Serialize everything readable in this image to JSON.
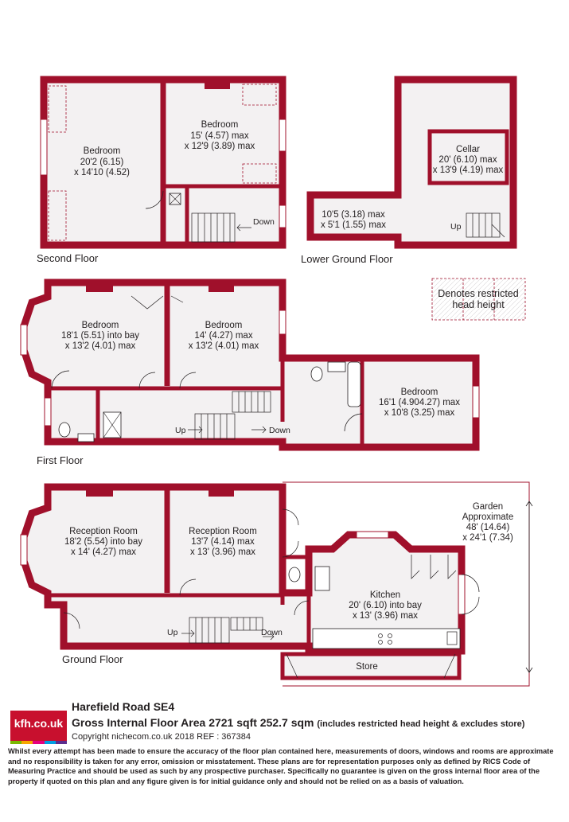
{
  "colors": {
    "wall": "#a0102b",
    "floor": "#f3f1f2",
    "text": "#231f20",
    "logo_bg": "#c8102e"
  },
  "floors": {
    "second": "Second Floor",
    "lower_ground": "Lower Ground Floor",
    "first": "First Floor",
    "ground": "Ground Floor"
  },
  "rooms": {
    "second_bedroom_1": {
      "name": "Bedroom",
      "l1": "20'2 (6.15)",
      "l2": "x 14'10 (4.52)"
    },
    "second_bedroom_2": {
      "name": "Bedroom",
      "l1": "15' (4.57) max",
      "l2": "x 12'9 (3.89) max"
    },
    "cellar": {
      "name": "Cellar",
      "l1": "20' (6.10) max",
      "l2": "x 13'9 (4.19) max"
    },
    "lg_side": {
      "l1": "10'5 (3.18) max",
      "l2": "x 5'1 (1.55) max"
    },
    "first_bedroom_bay": {
      "name": "Bedroom",
      "l1": "18'1 (5.51) into bay",
      "l2": "x 13'2 (4.01) max"
    },
    "first_bedroom_mid": {
      "name": "Bedroom",
      "l1": "14' (4.27) max",
      "l2": "x 13'2 (4.01) max"
    },
    "first_bedroom_rear": {
      "name": "Bedroom",
      "l1": "16'1 (4.904.27) max",
      "l2": "x 10'8 (3.25) max"
    },
    "reception_1": {
      "name": "Reception Room",
      "l1": "18'2 (5.54) into bay",
      "l2": "x 14' (4.27) max"
    },
    "reception_2": {
      "name": "Reception Room",
      "l1": "13'7 (4.14) max",
      "l2": "x 13' (3.96) max"
    },
    "kitchen": {
      "name": "Kitchen",
      "l1": "20' (6.10) into bay",
      "l2": "x 13' (3.96) max"
    },
    "garden": {
      "l1": "Garden",
      "l2": "Approximate",
      "l3": "48' (14.64)",
      "l4": "x 24'1 (7.34)"
    },
    "store": {
      "name": "Store"
    }
  },
  "stair_labels": {
    "up": "Up",
    "down": "Down"
  },
  "legend": {
    "l1": "Denotes restricted",
    "l2": "head height"
  },
  "footer": {
    "logo": "kfh.co.uk",
    "logo_colors": [
      "#7ab800",
      "#f7a800",
      "#e6007e",
      "#009fe3",
      "#5b2d8e"
    ],
    "address": "Harefield Road  SE4",
    "area": "Gross Internal Floor Area 2721 sqft 252.7 sqm",
    "area_note": "(includes restricted head height & excludes store)",
    "copyright": "Copyright nichecom.co.uk 2018 REF : 367384",
    "disclaimer": "Whilst every attempt has been made to ensure the accuracy of the floor plan contained here, measurements of doors, windows and rooms are approximate and no responsibility is taken for any error, omission or misstatement.  These plans are for representation purposes only as defined by RICS Code of Measuring Practice and should be used as such by any prospective purchaser.  Specifically no guarantee is given on the gross internal floor area of the property if quoted on this plan and any figure given is for initial guidance only and should not be relied on as a basis of valuation."
  }
}
